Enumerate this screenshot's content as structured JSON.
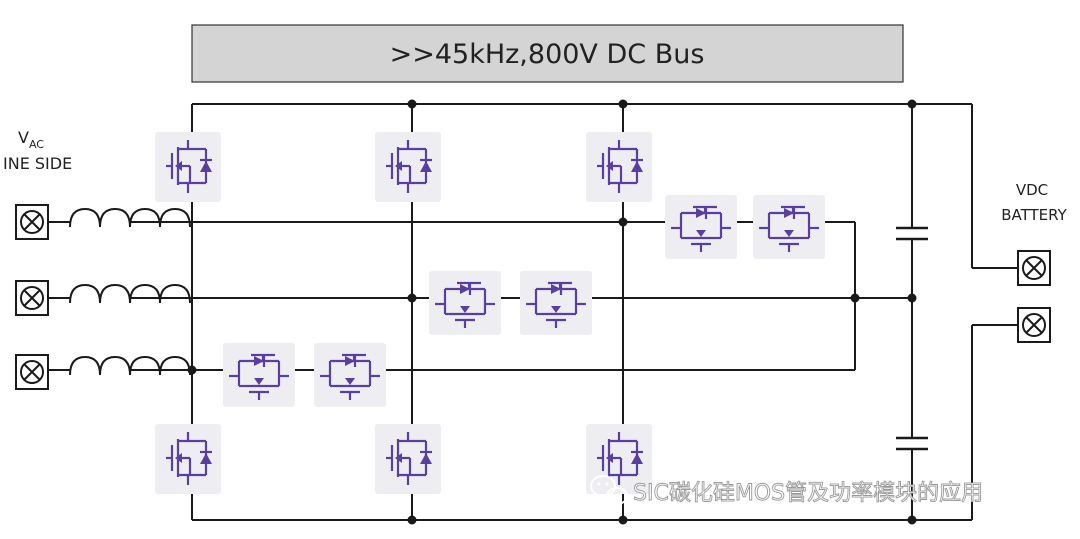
{
  "banner": {
    "text": ">>45kHz,800V DC Bus"
  },
  "source": {
    "label_main": "V",
    "label_sub": "AC",
    "label_line2": "INE SIDE"
  },
  "battery": {
    "line1": "VDC",
    "line2": "BATTERY"
  },
  "watermark": {
    "text": "SIC碳化硅MOS管及功率模块的应用"
  },
  "colors": {
    "wire": "#1a1a1a",
    "device": "#5a3fa0",
    "device_bg": "#eeeef2",
    "banner_bg": "#d4d4d4",
    "watermark": "#ffffff"
  },
  "icons": {
    "source_terminal": "x-box-icon",
    "inductor": "inductor-coil-icon",
    "switch": "mosfet-icon",
    "capacitor": "capacitor-icon",
    "wechat": "wechat-icon"
  }
}
